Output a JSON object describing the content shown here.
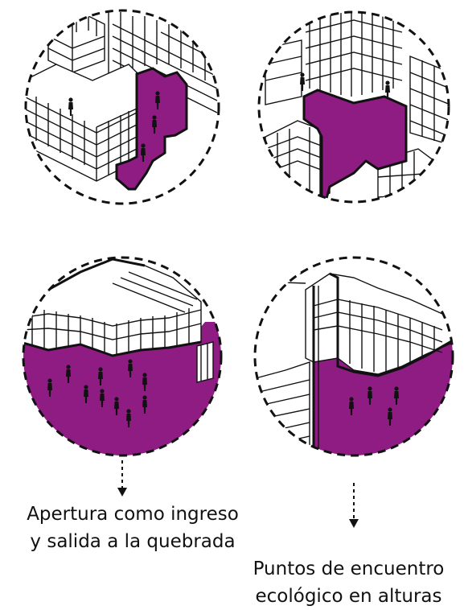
{
  "colors": {
    "accent": "#8f1c82",
    "line": "#111111",
    "background": "#ffffff"
  },
  "captions": {
    "left": {
      "line1": "Apertura como ingreso",
      "line2": "y salida a la quebrada"
    },
    "right": {
      "line1": "Puntos de encuentro",
      "line2": "ecológico en alturas"
    }
  }
}
